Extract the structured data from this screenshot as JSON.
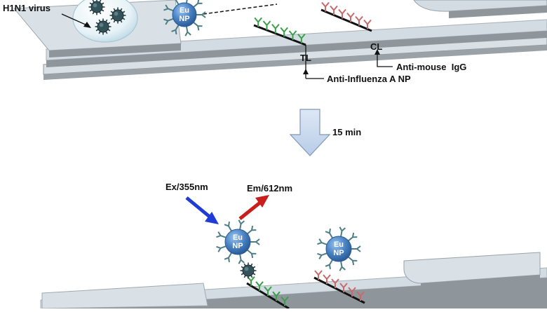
{
  "labels": {
    "virus": "H1N1 virus",
    "test_line": "TL",
    "control_line": "CL",
    "control_antibody": "Anti-mouse  IgG",
    "test_antibody": "Anti-Influenza A NP",
    "time": "15 min",
    "excitation": "Ex/355nm",
    "emission": "Em/612nm"
  },
  "nanoparticle": {
    "top": "Eu",
    "bottom": "NP"
  },
  "colors": {
    "strip_top": "#d4dce3",
    "strip_side": "#8e969c",
    "np_sphere": "#4a83c4",
    "test_antibody": "#3aa049",
    "control_antibody": "#c96a6a",
    "np_antibody": "#4e7d86",
    "excitation_arrow": "#1f3cd6",
    "emission_arrow": "#c81e1e",
    "process_arrow": "#c7d8ef"
  }
}
